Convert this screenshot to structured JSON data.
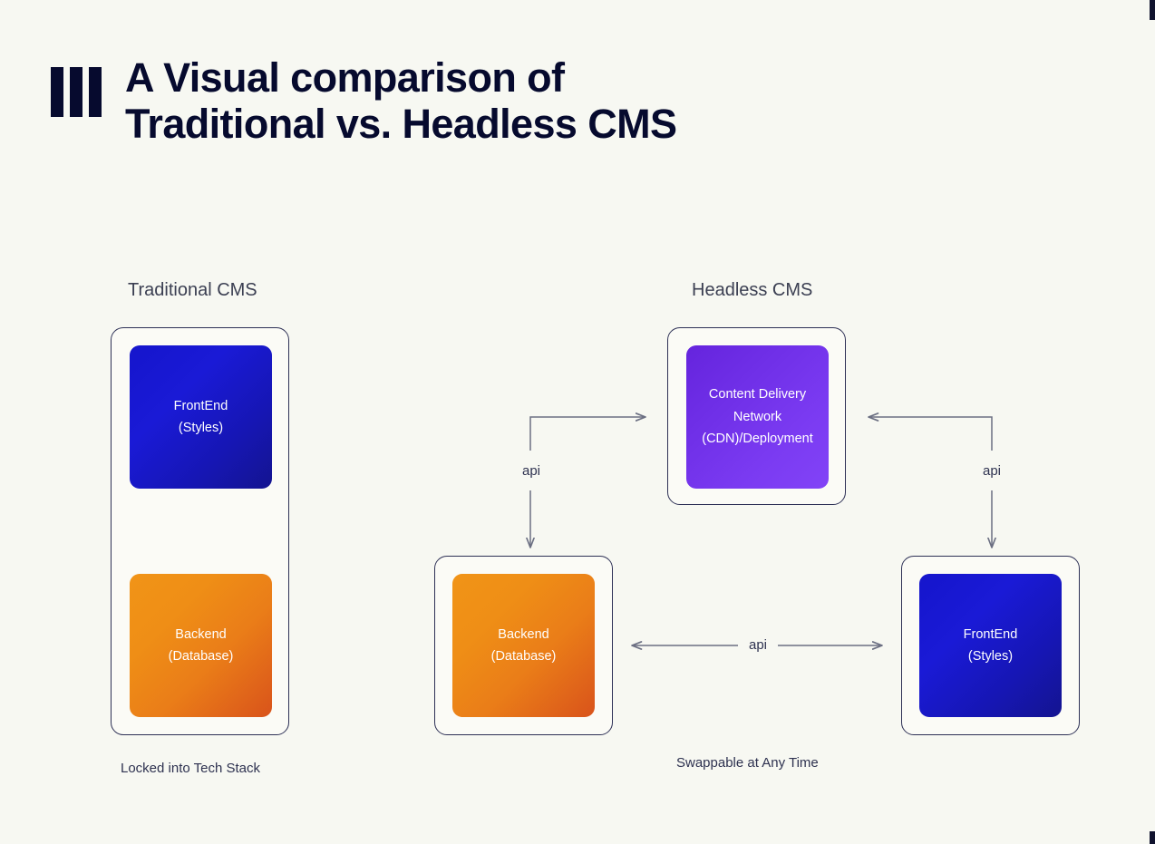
{
  "page": {
    "background_color": "#f7f8f2",
    "text_color": "#0a0f38"
  },
  "header": {
    "logo_icon": "three-vertical-bars-logo",
    "title_line_1": "A Visual comparison of",
    "title_line_2": "Traditional vs. Headless CMS"
  },
  "diagram": {
    "left": {
      "heading": "Traditional CMS",
      "caption": "Locked into Tech Stack",
      "nodes": [
        {
          "id": "frontend",
          "line_1": "FrontEnd",
          "line_2": "(Styles)",
          "color": "#1616c4"
        },
        {
          "id": "backend",
          "line_1": "Backend",
          "line_2": "(Database)",
          "color": "#e8801a"
        }
      ],
      "connectors": [
        {
          "id": "backend-to-frontend",
          "direction": "up",
          "label": ""
        },
        {
          "id": "frontend-to-backend",
          "direction": "down",
          "label": ""
        }
      ]
    },
    "right": {
      "heading": "Headless CMS",
      "caption": "Swappable at Any Time",
      "nodes": [
        {
          "id": "cdn",
          "line_1": "Content Delivery",
          "line_2": "Network",
          "line_3": "(CDN)/Deployment",
          "color": "#7330ea"
        },
        {
          "id": "backend",
          "line_1": "Backend",
          "line_2": "(Database)",
          "color": "#e8801a"
        },
        {
          "id": "frontend",
          "line_1": "FrontEnd",
          "line_2": "(Styles)",
          "color": "#1616c4"
        }
      ],
      "connectors": [
        {
          "id": "backend-cdn",
          "label": "api",
          "direction": "bidirectional-elbow-left"
        },
        {
          "id": "cdn-frontend",
          "label": "api",
          "direction": "bidirectional-elbow-right"
        },
        {
          "id": "backend-frontend",
          "label": "api",
          "direction": "bidirectional-horizontal"
        }
      ]
    }
  },
  "colors": {
    "arrow": "#6b6f82",
    "card_border": "#2e3156",
    "heading": "#3b3f52"
  }
}
